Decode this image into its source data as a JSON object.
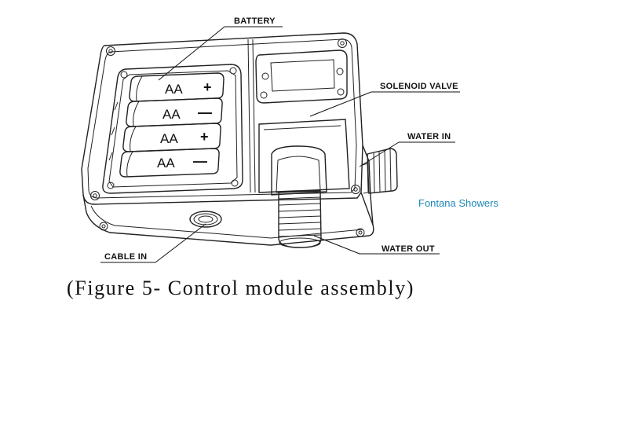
{
  "labels": {
    "battery": "BATTERY",
    "solenoid_valve": "SOLENOID VALVE",
    "water_in": "WATER IN",
    "water_out": "WATER OUT",
    "cable_in": "CABLE IN"
  },
  "batteries": [
    {
      "type": "AA",
      "polarity": "+"
    },
    {
      "type": "AA",
      "polarity": "—"
    },
    {
      "type": "AA",
      "polarity": "+"
    },
    {
      "type": "AA",
      "polarity": "—"
    }
  ],
  "watermark": "Fontana Showers",
  "caption": "(Figure 5- Control module assembly)",
  "colors": {
    "line": "#222222",
    "watermark": "#1f87b8",
    "background": "#ffffff"
  }
}
